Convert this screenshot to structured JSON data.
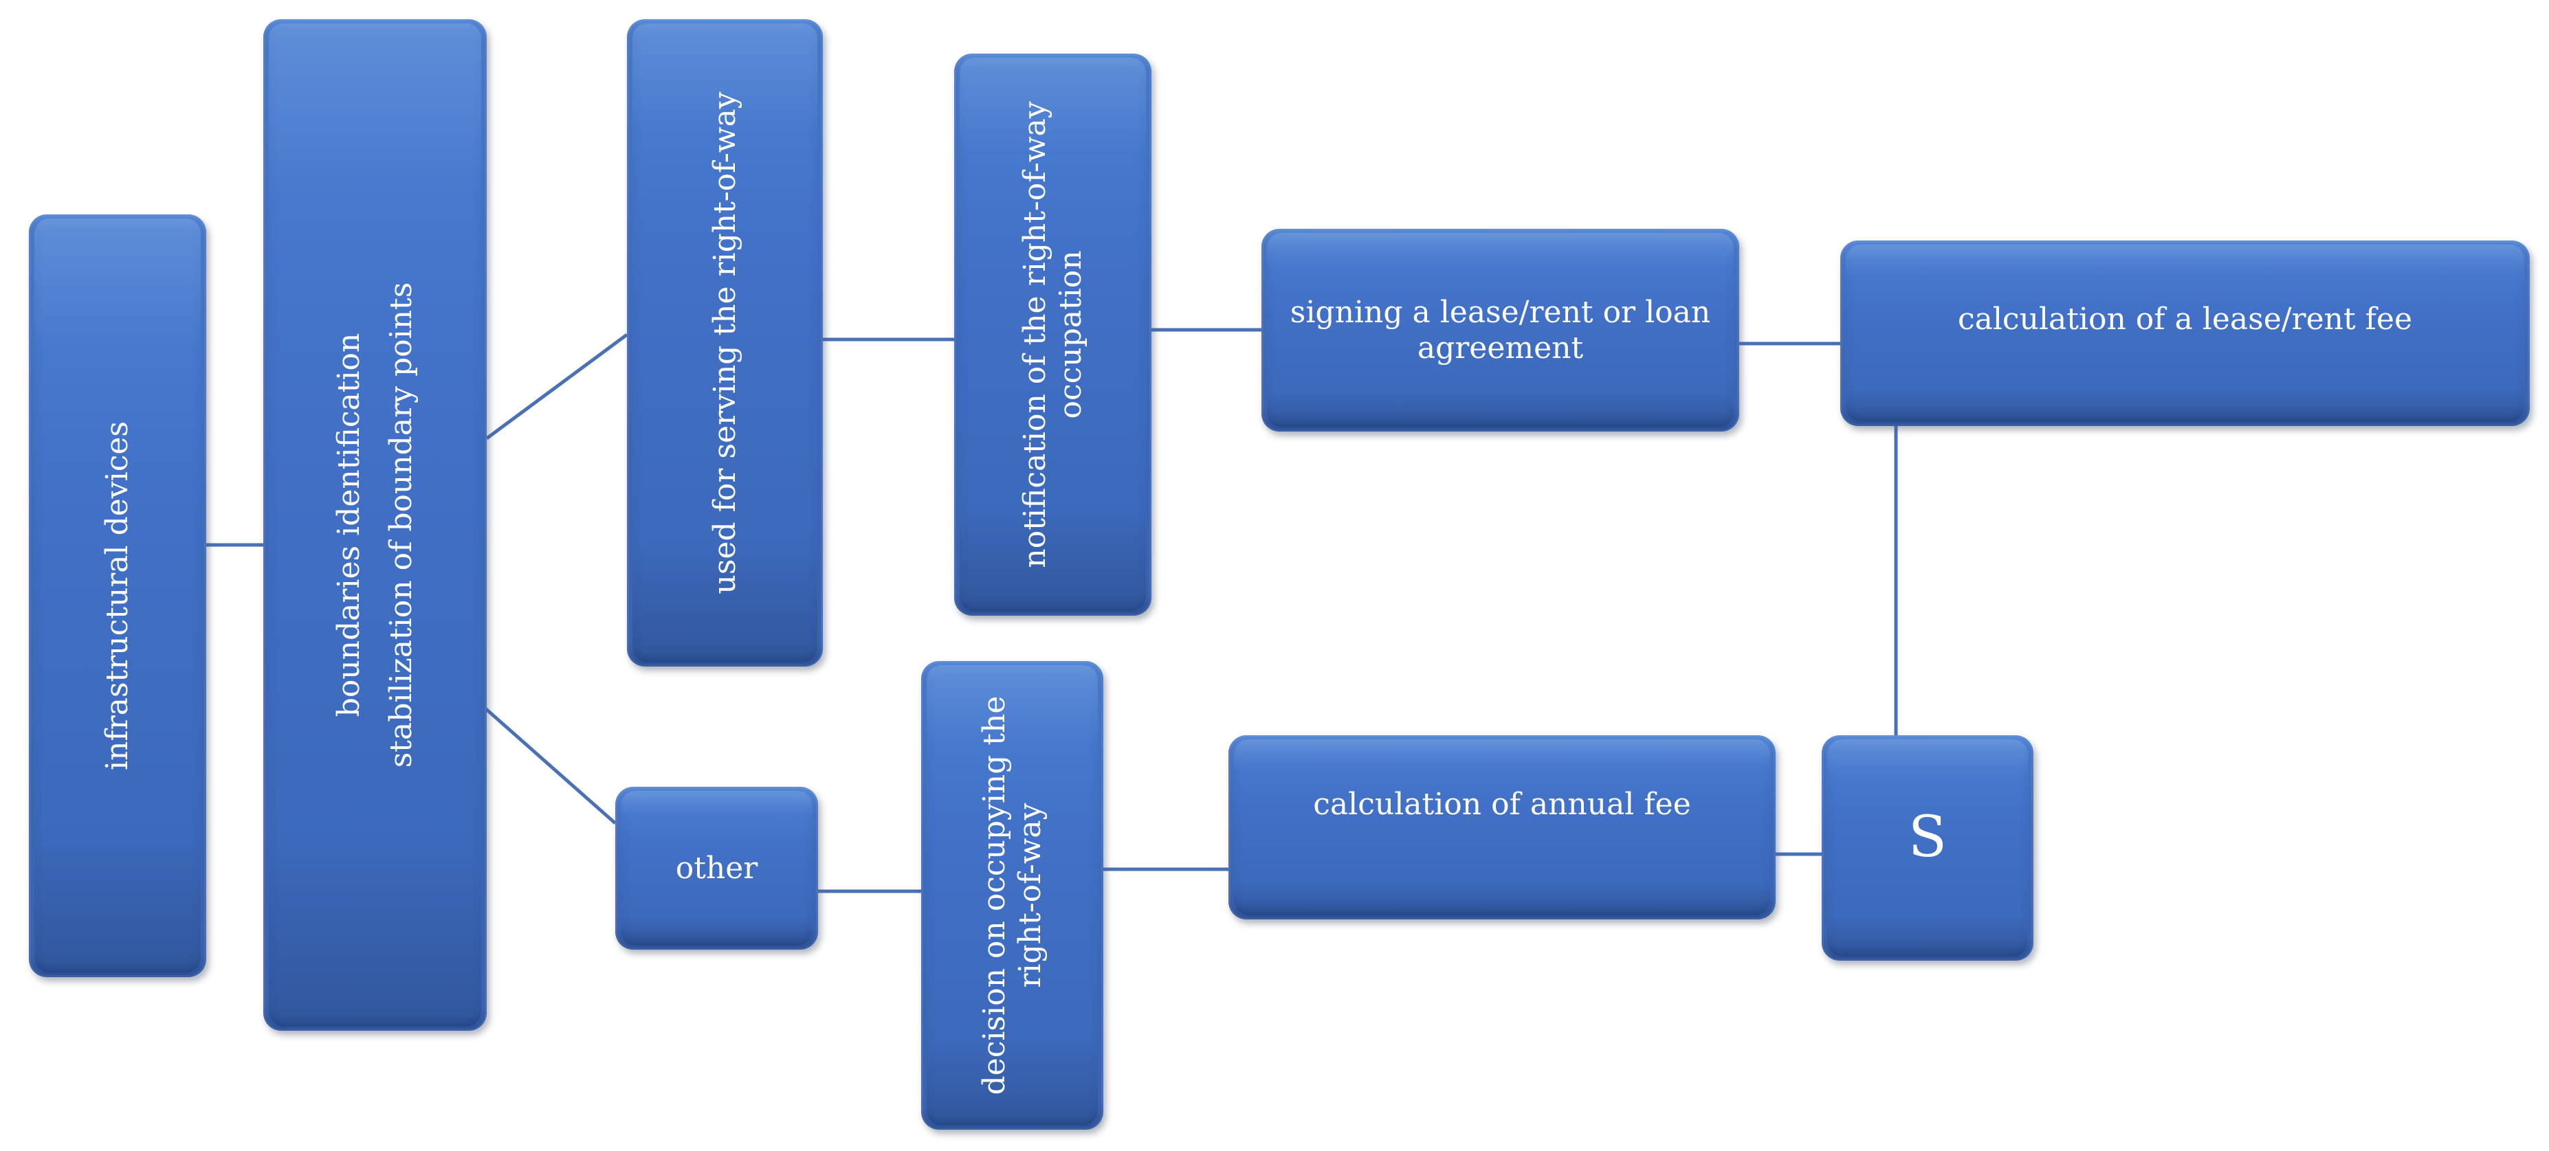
{
  "boxes": {
    "infrastructural_devices": "infrastructural devices",
    "boundaries_line1": "boundaries identification",
    "boundaries_line2": "stabilization of boundary points",
    "used_for_serving": "used for serving the right-of-way",
    "notification_line1": "notification of the right-of-way",
    "notification_line2": "occupation",
    "signing_line1": "signing a lease/rent or loan",
    "signing_line2": "agreement",
    "calc_lease_fee": "calculation of a lease/rent fee",
    "other": "other",
    "decision_line1": "decision on occupying the",
    "decision_line2": "right-of-way",
    "calc_annual_fee": "calculation of annual fee",
    "s_box": "S"
  },
  "colors": {
    "box_fill": "#4170c6",
    "connector": "#4a70b8",
    "text": "#ffffff"
  }
}
